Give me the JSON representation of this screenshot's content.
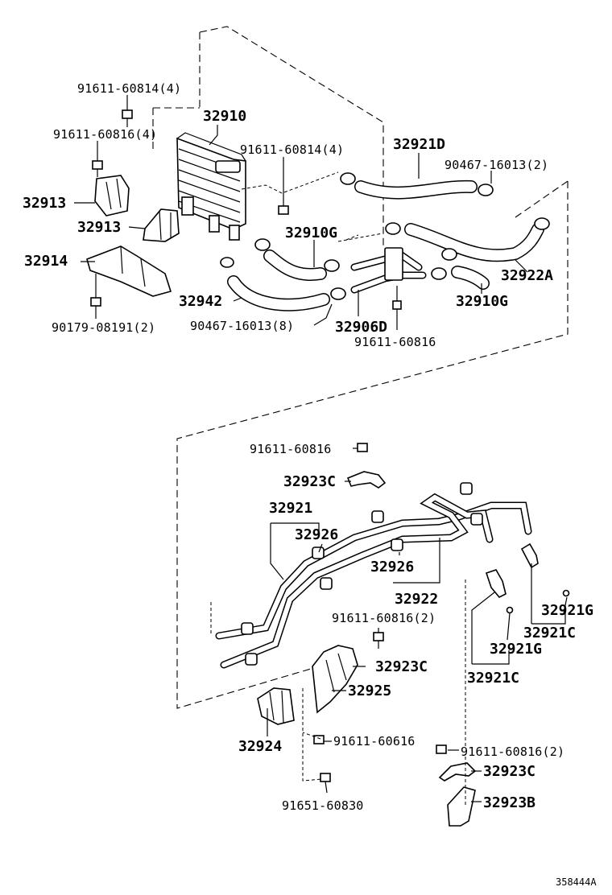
{
  "labels": {
    "l1": "91611-60814(4)",
    "l2": "91611-60816(4)",
    "l3": "32910",
    "l4": "91611-60814(4)",
    "l5": "32921D",
    "l6": "90467-16013(2)",
    "l7": "32913",
    "l8": "32913",
    "l9": "32910G",
    "l10": "32914",
    "l11": "32922A",
    "l12": "32942",
    "l13": "32910G",
    "l14": "90179-08191(2)",
    "l15": "90467-16013(8)",
    "l16": "32906D",
    "l17": "91611-60816",
    "l18": "91611-60816",
    "l19": "32923C",
    "l20": "32921",
    "l21": "32926",
    "l22": "32926",
    "l23": "32922",
    "l24": "32921G",
    "l25": "91611-60816(2)",
    "l26": "32921C",
    "l27": "32921G",
    "l28": "32923C",
    "l29": "32921C",
    "l30": "32925",
    "l31": "32924",
    "l32": "91611-60616",
    "l33": "91611-60816(2)",
    "l34": "32923C",
    "l35": "32923B",
    "l36": "91651-60830"
  },
  "figure_id": "358444A"
}
